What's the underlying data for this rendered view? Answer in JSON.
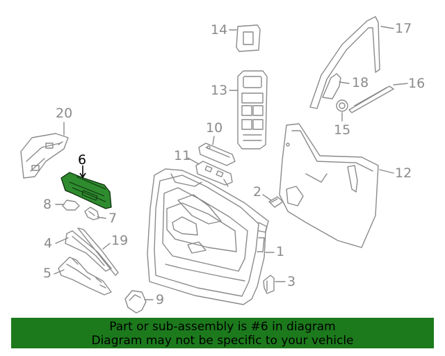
{
  "diagram": {
    "callouts": [
      {
        "id": "1",
        "highlighted": false
      },
      {
        "id": "2",
        "highlighted": false
      },
      {
        "id": "3",
        "highlighted": false
      },
      {
        "id": "4",
        "highlighted": false
      },
      {
        "id": "5",
        "highlighted": false
      },
      {
        "id": "6",
        "highlighted": true
      },
      {
        "id": "7",
        "highlighted": false
      },
      {
        "id": "8",
        "highlighted": false
      },
      {
        "id": "9",
        "highlighted": false
      },
      {
        "id": "10",
        "highlighted": false
      },
      {
        "id": "11",
        "highlighted": false
      },
      {
        "id": "12",
        "highlighted": false
      },
      {
        "id": "13",
        "highlighted": false
      },
      {
        "id": "14",
        "highlighted": false
      },
      {
        "id": "15",
        "highlighted": false
      },
      {
        "id": "16",
        "highlighted": false
      },
      {
        "id": "17",
        "highlighted": false
      },
      {
        "id": "18",
        "highlighted": false
      },
      {
        "id": "19",
        "highlighted": false
      },
      {
        "id": "20",
        "highlighted": false
      }
    ],
    "colors": {
      "line": "#8a8a8a",
      "highlight_fill": "#2e8b2e",
      "banner_bg": "#1c7a1c",
      "banner_text": "#000000"
    }
  },
  "banner": {
    "line1": "Part or sub-assembly is #6 in diagram",
    "line2": "Diagram may not be specific to your vehicle"
  }
}
